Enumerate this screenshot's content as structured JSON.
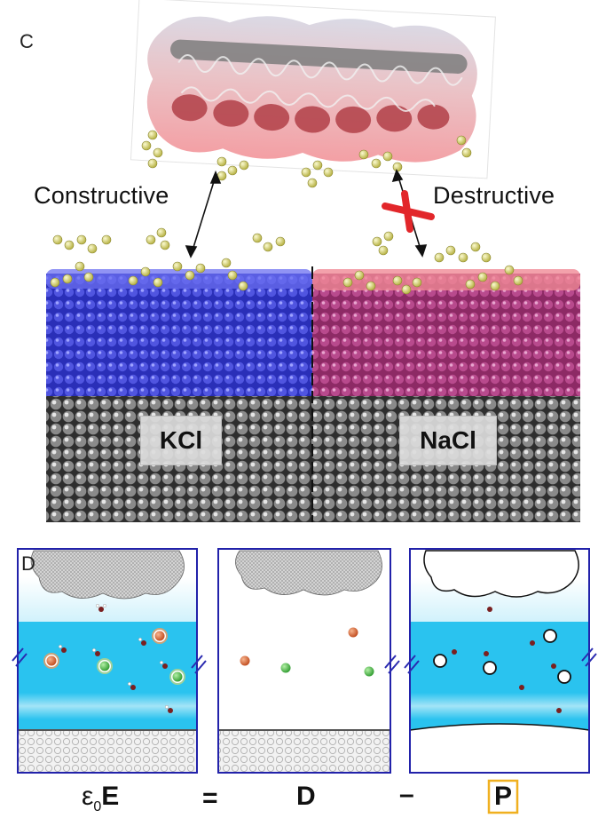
{
  "panel_c": {
    "letter": "C",
    "constructive": "Constructive",
    "destructive": "Destructive",
    "left_salt": "KCl",
    "right_salt": "NaCl"
  },
  "panel_d": {
    "letter": "D",
    "equation": {
      "eps": "ε",
      "eps_sub": "0",
      "field": "E",
      "equals": "=",
      "displacement": "D",
      "minus": "–",
      "polarization": "P"
    }
  },
  "colors": {
    "kcl_layer": "#3b3fd0",
    "nacl_layer": "#c2457e",
    "substrate": "#555555",
    "ligand": "#d8d46a",
    "water_layer": "#29c3f0",
    "panel_border": "#2222aa",
    "p_box": "#f0b020",
    "k_ion": "#d9663a",
    "cl_ion": "#4cb84c"
  }
}
